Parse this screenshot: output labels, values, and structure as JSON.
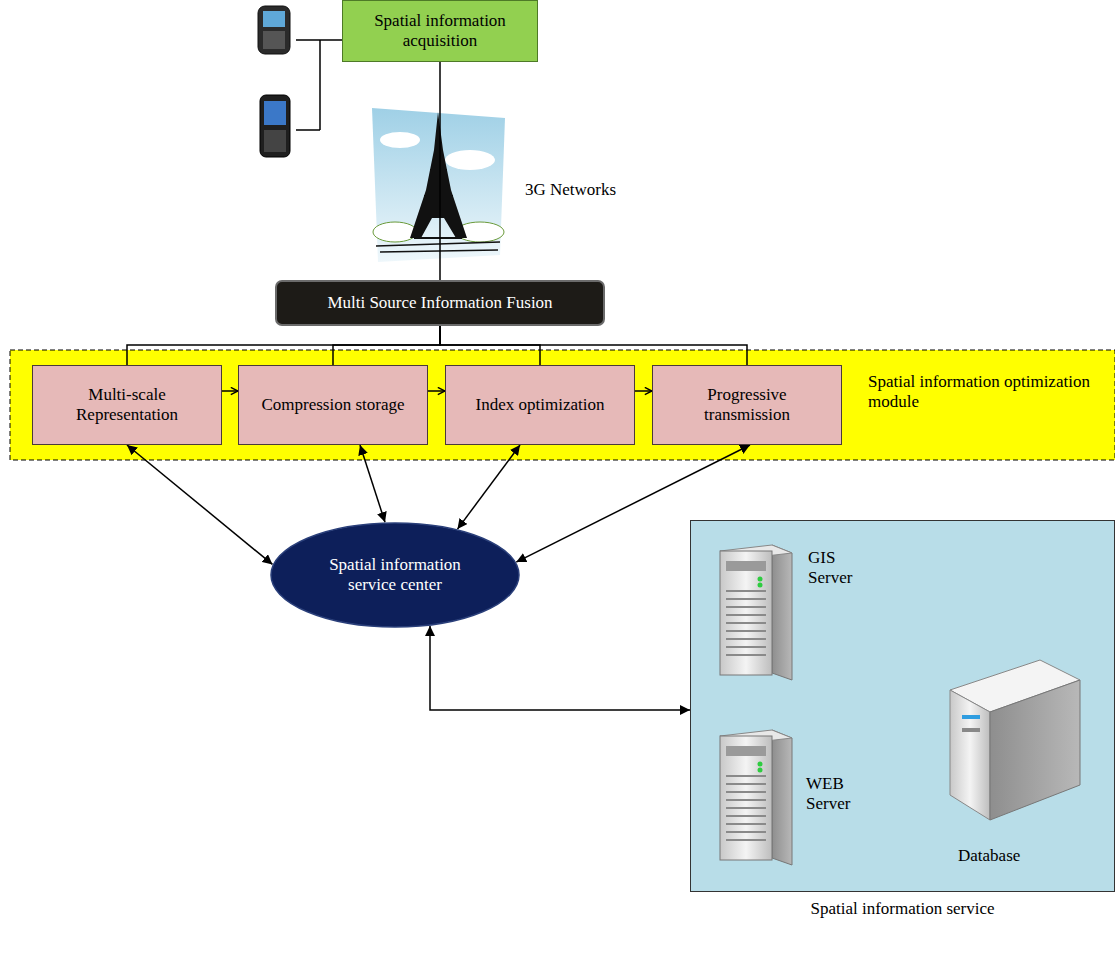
{
  "diagram": {
    "nodes": [
      {
        "text": [
          "Spatial information acquisition"
        ]
      },
      {
        "text": [
          "Multi Source Information Fusion"
        ]
      },
      {
        "text": [
          "Spatial information optimization module"
        ]
      },
      {
        "text": [
          "Multi-scale Representation"
        ],
        "in": 2
      },
      {
        "text": [
          "Compression storage"
        ],
        "in": 2
      },
      {
        "text": [
          "Index optimization"
        ],
        "in": 2
      },
      {
        "text": [
          "Progressive transmission"
        ],
        "in": 2
      },
      {
        "text": [
          "Spatial information service center"
        ]
      },
      {
        "text": [
          "Spatial information service"
        ]
      }
    ],
    "edges": [
      {
        "from": 0,
        "to": 1,
        "arrow": "none"
      },
      {
        "from": 1,
        "to": 3,
        "arrow": "none"
      },
      {
        "from": 1,
        "to": 4,
        "arrow": "none"
      },
      {
        "from": 1,
        "to": 5,
        "arrow": "none"
      },
      {
        "from": 1,
        "to": 6,
        "arrow": "none"
      },
      {
        "from": 3,
        "to": 4,
        "arrow": "to"
      },
      {
        "from": 4,
        "to": 5,
        "arrow": "to"
      },
      {
        "from": 5,
        "to": 6,
        "arrow": "to"
      },
      {
        "from": 3,
        "to": 7,
        "arrow": "both"
      },
      {
        "from": 4,
        "to": 7,
        "arrow": "both"
      },
      {
        "from": 5,
        "to": 7,
        "arrow": "both"
      },
      {
        "from": 6,
        "to": 7,
        "arrow": "both"
      },
      {
        "from": 7,
        "to": 8,
        "arrow": "both"
      }
    ],
    "labels": [
      "3G Networks",
      "GIS Server",
      "WEB Server",
      "Database"
    ]
  }
}
